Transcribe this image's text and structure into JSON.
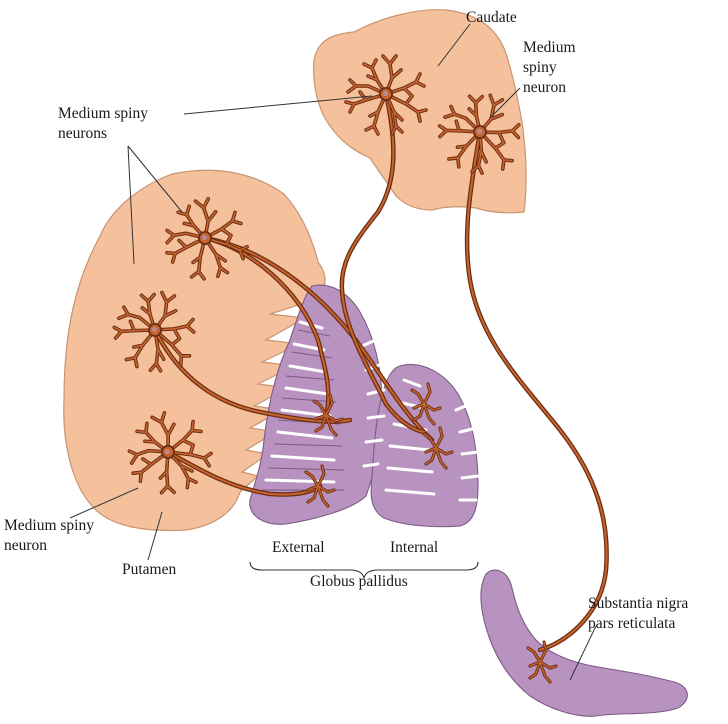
{
  "labels": {
    "caudate": "Caudate",
    "msn_caudate_line1": "Medium",
    "msn_caudate_line2": "spiny",
    "msn_caudate_line3": "neuron",
    "msn_plural_line1": "Medium spiny",
    "msn_plural_line2": "neurons",
    "msn_single_line1": "Medium spiny",
    "msn_single_line2": "neuron",
    "putamen": "Putamen",
    "external": "External",
    "internal": "Internal",
    "globus_pallidus": "Globus pallidus",
    "snr_line1": "Substantia nigra",
    "snr_line2": "pars reticulata"
  },
  "colors": {
    "striatum_fill": "#f4c19c",
    "striatum_stroke": "#c9946f",
    "pallidum_fill": "#b893c0",
    "pallidum_stroke": "#7d5a86",
    "neuron_dark": "#6b2e12",
    "neuron_light": "#c8642e",
    "soma": "#b98a92"
  },
  "icons": {
    "neuron": "neuron-icon"
  }
}
